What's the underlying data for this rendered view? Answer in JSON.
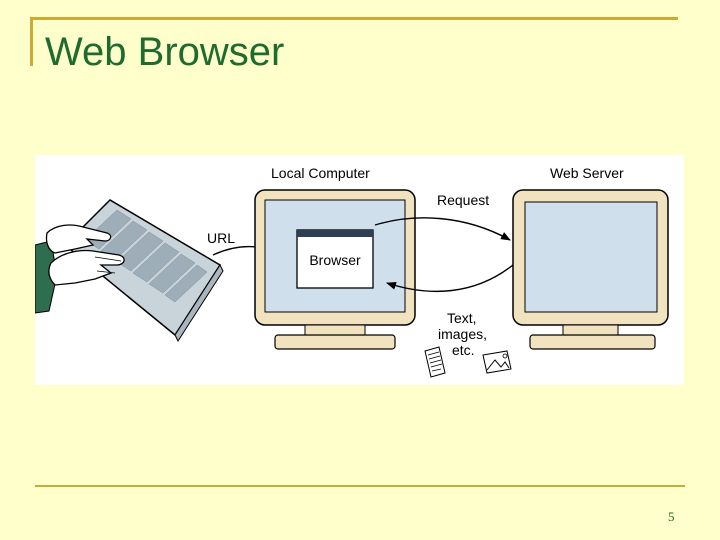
{
  "slide": {
    "title": "Web Browser",
    "page_number": "5"
  },
  "diagram": {
    "local_computer_label": "Local Computer",
    "web_server_label": "Web Server",
    "browser_label": "Browser",
    "url_label": "URL",
    "request_label": "Request",
    "response_label_lines": [
      "Text,",
      "images,",
      "etc."
    ],
    "colors": {
      "monitor_frame": "#F2E3C0",
      "monitor_screen": "#CFE0EC",
      "keyboard": "#C8D3DA",
      "outline": "#000000",
      "title_bar": "#2D3E55",
      "sleeve": "#2E6E4E"
    }
  }
}
